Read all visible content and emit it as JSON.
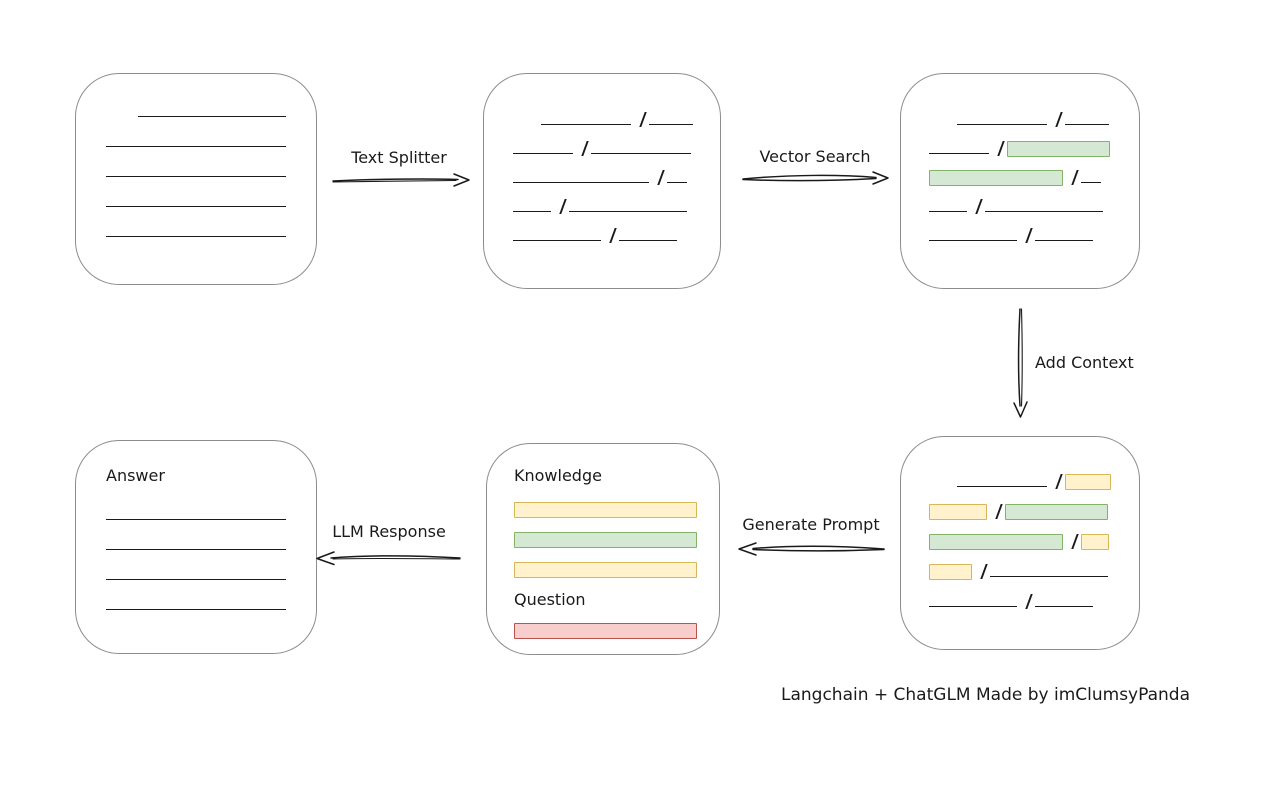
{
  "credit": "Langchain + ChatGLM Made by imClumsyPanda",
  "labels": {
    "text_splitter": "Text Splitter",
    "vector_search": "Vector Search",
    "add_context": "Add Context",
    "generate_prompt": "Generate Prompt",
    "llm_response": "LLM Response"
  },
  "prompt_box": {
    "knowledge_label": "Knowledge",
    "question_label": "Question",
    "knowledge_rows": [
      [
        {
          "t": "ybar"
        }
      ],
      [
        {
          "t": "gbar"
        }
      ],
      [
        {
          "t": "ybar"
        }
      ]
    ],
    "question_rows": [
      [
        {
          "t": "rbar"
        }
      ]
    ]
  },
  "answer_box": {
    "label": "Answer",
    "rows": [
      [
        {
          "t": "line",
          "w": 180
        }
      ],
      [
        {
          "t": "line",
          "w": 180
        }
      ],
      [
        {
          "t": "line",
          "w": 180
        }
      ],
      [
        {
          "t": "line",
          "w": 180
        }
      ]
    ]
  },
  "document_box": {
    "rows": [
      [
        {
          "t": "line",
          "w": 148,
          "ml": 32
        }
      ],
      [
        {
          "t": "line",
          "w": 180
        }
      ],
      [
        {
          "t": "line",
          "w": 180
        }
      ],
      [
        {
          "t": "line",
          "w": 180
        }
      ],
      [
        {
          "t": "line",
          "w": 180
        }
      ]
    ]
  },
  "chunks_box": {
    "rows": [
      [
        {
          "t": "line",
          "w": 90,
          "ml": 28
        },
        {
          "t": "slash"
        },
        {
          "t": "line",
          "w": 44
        }
      ],
      [
        {
          "t": "line",
          "w": 60
        },
        {
          "t": "slash"
        },
        {
          "t": "line",
          "w": 100
        }
      ],
      [
        {
          "t": "line",
          "w": 136
        },
        {
          "t": "slash"
        },
        {
          "t": "line",
          "w": 20
        }
      ],
      [
        {
          "t": "line",
          "w": 38
        },
        {
          "t": "slash"
        },
        {
          "t": "line",
          "w": 118
        }
      ],
      [
        {
          "t": "line",
          "w": 88
        },
        {
          "t": "slash"
        },
        {
          "t": "line",
          "w": 58
        }
      ]
    ]
  },
  "matched_chunks_box": {
    "rows": [
      [
        {
          "t": "line",
          "w": 90,
          "ml": 28
        },
        {
          "t": "slash"
        },
        {
          "t": "line",
          "w": 44
        }
      ],
      [
        {
          "t": "line",
          "w": 60
        },
        {
          "t": "slash"
        },
        {
          "t": "green",
          "w": 103
        }
      ],
      [
        {
          "t": "green",
          "w": 134
        },
        {
          "t": "slash"
        },
        {
          "t": "line",
          "w": 20
        }
      ],
      [
        {
          "t": "line",
          "w": 38
        },
        {
          "t": "slash"
        },
        {
          "t": "line",
          "w": 118
        }
      ],
      [
        {
          "t": "line",
          "w": 88
        },
        {
          "t": "slash"
        },
        {
          "t": "line",
          "w": 58
        }
      ]
    ]
  },
  "context_chunks_box": {
    "rows": [
      [
        {
          "t": "line",
          "w": 90,
          "ml": 28
        },
        {
          "t": "slash"
        },
        {
          "t": "yellow",
          "w": 46
        }
      ],
      [
        {
          "t": "yellow",
          "w": 58
        },
        {
          "t": "slash"
        },
        {
          "t": "green",
          "w": 103
        }
      ],
      [
        {
          "t": "green",
          "w": 134
        },
        {
          "t": "slash"
        },
        {
          "t": "yellow",
          "w": 28
        }
      ],
      [
        {
          "t": "yellow",
          "w": 43
        },
        {
          "t": "slash"
        },
        {
          "t": "line",
          "w": 118
        }
      ],
      [
        {
          "t": "line",
          "w": 88
        },
        {
          "t": "slash"
        },
        {
          "t": "line",
          "w": 58
        }
      ]
    ]
  },
  "colors": {
    "ink": "#1a1a1a",
    "panel-stroke": "#8d8d8d",
    "chunk-green-fill": "#d5e8d4",
    "chunk-green-stroke": "#82b366",
    "chunk-yellow-fill": "#fff2cc",
    "chunk-yellow-stroke": "#d6b656",
    "chunk-red-fill": "#f8cecc",
    "chunk-red-stroke": "#b85450"
  }
}
